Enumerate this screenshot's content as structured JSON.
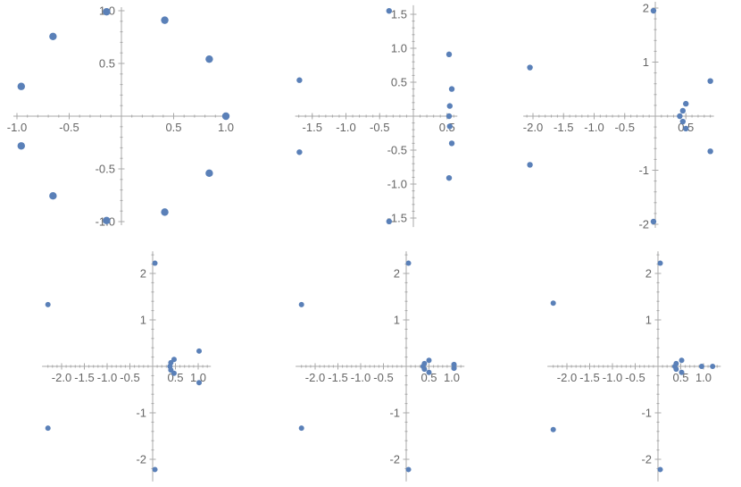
{
  "figure": {
    "point_color": "#5a80b8",
    "axis_color": "#a8a8a8",
    "label_color": "#666666"
  },
  "chart_data": [
    {
      "type": "scatter",
      "title": "",
      "xlabel": "",
      "ylabel": "",
      "xlim": [
        -1.0,
        1.0
      ],
      "ylim": [
        -1.0,
        1.0
      ],
      "grid": false,
      "xticks": [
        {
          "value": -1.0,
          "label": "-1.0"
        },
        {
          "value": -0.5,
          "label": "-0.5"
        },
        {
          "value": 0.5,
          "label": "0.5"
        },
        {
          "value": 1.0,
          "label": "1.0"
        }
      ],
      "yticks": [
        {
          "value": 1.0,
          "label": "1.0"
        },
        {
          "value": 0.5,
          "label": "0.5"
        },
        {
          "value": -0.5,
          "label": "-0.5"
        },
        {
          "value": -1.0,
          "label": "-1.0"
        }
      ],
      "points": [
        {
          "x": 1.0,
          "y": 0.0
        },
        {
          "x": 0.841,
          "y": 0.541
        },
        {
          "x": 0.415,
          "y": 0.91
        },
        {
          "x": -0.142,
          "y": 0.99
        },
        {
          "x": -0.655,
          "y": 0.756
        },
        {
          "x": -0.959,
          "y": 0.282
        },
        {
          "x": -0.959,
          "y": -0.282
        },
        {
          "x": -0.655,
          "y": -0.756
        },
        {
          "x": -0.142,
          "y": -0.99
        },
        {
          "x": 0.415,
          "y": -0.91
        },
        {
          "x": 0.841,
          "y": -0.541
        }
      ]
    },
    {
      "type": "scatter",
      "title": "",
      "xlabel": "",
      "ylabel": "",
      "xlim": [
        -1.7,
        0.6
      ],
      "ylim": [
        -1.58,
        1.58
      ],
      "grid": false,
      "xticks": [
        {
          "value": -1.5,
          "label": "-1.5"
        },
        {
          "value": -1.0,
          "label": "-1.0"
        },
        {
          "value": -0.5,
          "label": "-0.5"
        },
        {
          "value": 0.5,
          "label": "0.5"
        }
      ],
      "yticks": [
        {
          "value": 1.5,
          "label": "1.5"
        },
        {
          "value": 1.0,
          "label": "1.0"
        },
        {
          "value": 0.5,
          "label": "0.5"
        },
        {
          "value": -0.5,
          "label": "-0.5"
        },
        {
          "value": -1.0,
          "label": "-1.0"
        },
        {
          "value": -1.5,
          "label": "-1.5"
        }
      ],
      "points": [
        {
          "x": -0.36,
          "y": 1.55
        },
        {
          "x": -1.69,
          "y": 0.53
        },
        {
          "x": 0.53,
          "y": 0.91
        },
        {
          "x": 0.57,
          "y": 0.4
        },
        {
          "x": 0.54,
          "y": 0.15
        },
        {
          "x": 0.53,
          "y": 0.0
        },
        {
          "x": 0.54,
          "y": -0.15
        },
        {
          "x": 0.57,
          "y": -0.4
        },
        {
          "x": 0.53,
          "y": -0.91
        },
        {
          "x": -1.69,
          "y": -0.53
        },
        {
          "x": -0.36,
          "y": -1.55
        }
      ]
    },
    {
      "type": "scatter",
      "title": "",
      "xlabel": "",
      "ylabel": "",
      "xlim": [
        -2.1,
        0.9
      ],
      "ylim": [
        -2.0,
        2.05
      ],
      "grid": false,
      "xticks": [
        {
          "value": -2.0,
          "label": "-2.0"
        },
        {
          "value": -1.5,
          "label": "-1.5"
        },
        {
          "value": -1.0,
          "label": "-1.0"
        },
        {
          "value": -0.5,
          "label": "-0.5"
        },
        {
          "value": 0.5,
          "label": "0.5"
        }
      ],
      "yticks": [
        {
          "value": 2,
          "label": "2"
        },
        {
          "value": 1,
          "label": "1"
        },
        {
          "value": -1,
          "label": "-1"
        },
        {
          "value": -2,
          "label": "-2"
        }
      ],
      "points": [
        {
          "x": -0.03,
          "y": 1.95
        },
        {
          "x": -2.05,
          "y": 0.9
        },
        {
          "x": 0.9,
          "y": 0.65
        },
        {
          "x": 0.5,
          "y": 0.23
        },
        {
          "x": 0.45,
          "y": 0.1
        },
        {
          "x": 0.4,
          "y": 0.0
        },
        {
          "x": 0.45,
          "y": -0.1
        },
        {
          "x": 0.5,
          "y": -0.23
        },
        {
          "x": 0.9,
          "y": -0.65
        },
        {
          "x": -2.05,
          "y": -0.9
        },
        {
          "x": -0.03,
          "y": -1.95
        }
      ]
    },
    {
      "type": "scatter",
      "title": "",
      "xlabel": "",
      "ylabel": "",
      "xlim": [
        -2.35,
        1.2
      ],
      "ylim": [
        -2.4,
        2.4
      ],
      "grid": false,
      "xticks": [
        {
          "value": -2.0,
          "label": "-2.0"
        },
        {
          "value": -1.5,
          "label": "-1.5"
        },
        {
          "value": -1.0,
          "label": "-1.0"
        },
        {
          "value": -0.5,
          "label": "-0.5"
        },
        {
          "value": 0.5,
          "label": "0.5"
        },
        {
          "value": 1.0,
          "label": "1.0"
        }
      ],
      "yticks": [
        {
          "value": 2,
          "label": "2"
        },
        {
          "value": 1,
          "label": "1"
        },
        {
          "value": -1,
          "label": "-1"
        },
        {
          "value": -2,
          "label": "-2"
        }
      ],
      "points": [
        {
          "x": 0.05,
          "y": 2.22
        },
        {
          "x": -2.3,
          "y": 1.33
        },
        {
          "x": 1.02,
          "y": 0.33
        },
        {
          "x": 0.47,
          "y": 0.15
        },
        {
          "x": 0.4,
          "y": 0.08
        },
        {
          "x": 0.38,
          "y": 0.0
        },
        {
          "x": 0.4,
          "y": -0.08
        },
        {
          "x": 0.47,
          "y": -0.15
        },
        {
          "x": 1.02,
          "y": -0.35
        },
        {
          "x": -2.3,
          "y": -1.33
        },
        {
          "x": 0.05,
          "y": -2.22
        }
      ]
    },
    {
      "type": "scatter",
      "title": "",
      "xlabel": "",
      "ylabel": "",
      "xlim": [
        -2.35,
        1.2
      ],
      "ylim": [
        -2.4,
        2.4
      ],
      "grid": false,
      "xticks": [
        {
          "value": -2.0,
          "label": "-2.0"
        },
        {
          "value": -1.5,
          "label": "-1.5"
        },
        {
          "value": -1.0,
          "label": "-1.0"
        },
        {
          "value": -0.5,
          "label": "-0.5"
        },
        {
          "value": 0.5,
          "label": "0.5"
        },
        {
          "value": 1.0,
          "label": "1.0"
        }
      ],
      "yticks": [
        {
          "value": 2,
          "label": "2"
        },
        {
          "value": 1,
          "label": "1"
        },
        {
          "value": -1,
          "label": "-1"
        },
        {
          "value": -2,
          "label": "-2"
        }
      ],
      "points": [
        {
          "x": 0.05,
          "y": 2.22
        },
        {
          "x": -2.3,
          "y": 1.33
        },
        {
          "x": 0.5,
          "y": 0.13
        },
        {
          "x": 0.4,
          "y": 0.06
        },
        {
          "x": 0.37,
          "y": 0.0
        },
        {
          "x": 0.4,
          "y": -0.06
        },
        {
          "x": 0.5,
          "y": -0.13
        },
        {
          "x": 1.05,
          "y": 0.04
        },
        {
          "x": 1.05,
          "y": -0.04
        },
        {
          "x": -2.3,
          "y": -1.33
        },
        {
          "x": 0.05,
          "y": -2.22
        }
      ]
    },
    {
      "type": "scatter",
      "title": "",
      "xlabel": "",
      "ylabel": "",
      "xlim": [
        -2.35,
        1.3
      ],
      "ylim": [
        -2.4,
        2.4
      ],
      "grid": false,
      "xticks": [
        {
          "value": -2.0,
          "label": "-2.0"
        },
        {
          "value": -1.5,
          "label": "-1.5"
        },
        {
          "value": -1.0,
          "label": "-1.0"
        },
        {
          "value": -0.5,
          "label": "-0.5"
        },
        {
          "value": 0.5,
          "label": "0.5"
        },
        {
          "value": 1.0,
          "label": "1.0"
        }
      ],
      "yticks": [
        {
          "value": 2,
          "label": "2"
        },
        {
          "value": 1,
          "label": "1"
        },
        {
          "value": -1,
          "label": "-1"
        },
        {
          "value": -2,
          "label": "-2"
        }
      ],
      "points": [
        {
          "x": 0.05,
          "y": 2.22
        },
        {
          "x": -2.3,
          "y": 1.36
        },
        {
          "x": 0.52,
          "y": 0.13
        },
        {
          "x": 0.4,
          "y": 0.06
        },
        {
          "x": 0.37,
          "y": 0.0
        },
        {
          "x": 0.4,
          "y": -0.06
        },
        {
          "x": 0.52,
          "y": -0.13
        },
        {
          "x": 0.96,
          "y": 0.0
        },
        {
          "x": 1.2,
          "y": 0.0
        },
        {
          "x": -2.3,
          "y": -1.36
        },
        {
          "x": 0.05,
          "y": -2.22
        }
      ]
    }
  ]
}
